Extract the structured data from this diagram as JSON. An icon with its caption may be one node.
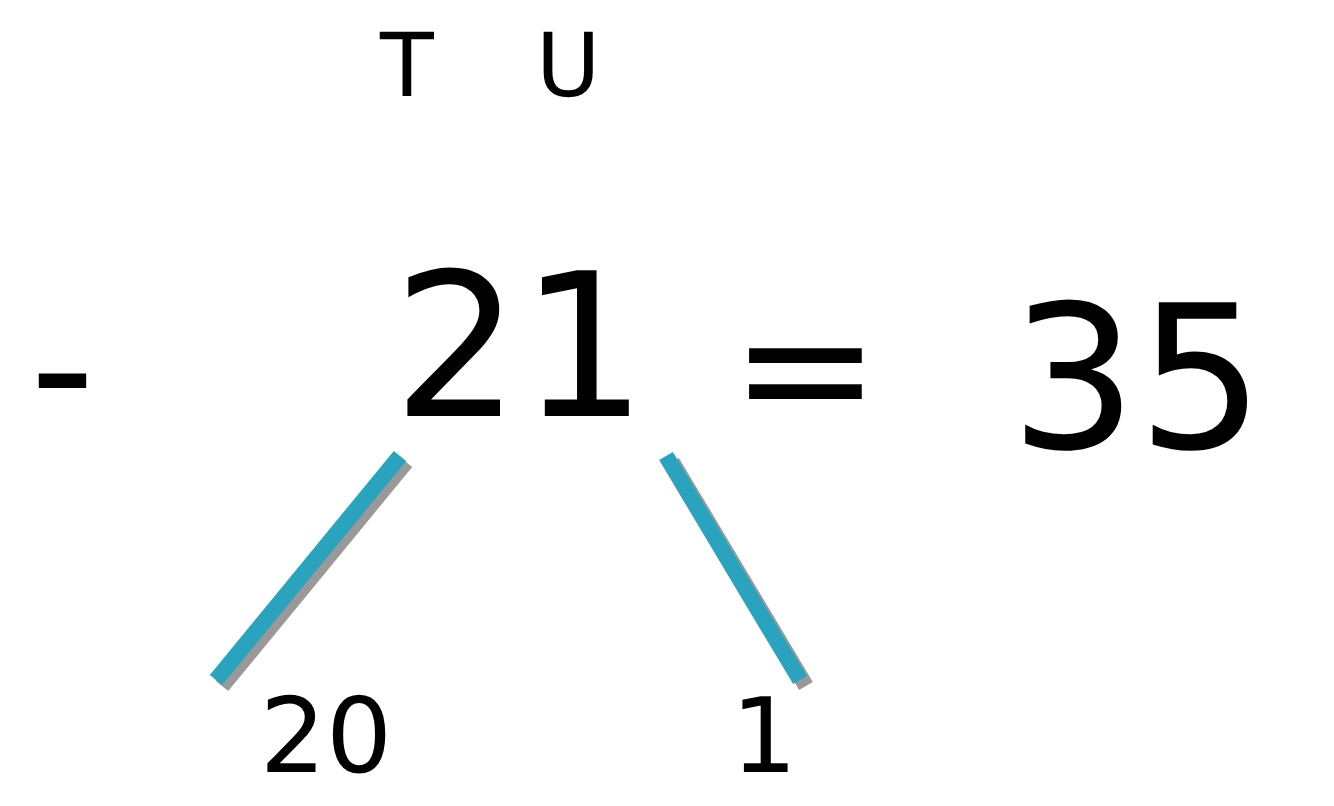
{
  "diagram": {
    "nodes": [
      {
        "text": [
          "21"
        ]
      },
      {
        "text": [
          "20"
        ]
      },
      {
        "text": [
          "1"
        ]
      }
    ],
    "edges": [
      {
        "from": 0,
        "to": 1,
        "arrow": "none"
      },
      {
        "from": 0,
        "to": 2,
        "arrow": "none"
      }
    ],
    "labels": [
      "T",
      "U",
      "-",
      "=",
      "35"
    ]
  }
}
